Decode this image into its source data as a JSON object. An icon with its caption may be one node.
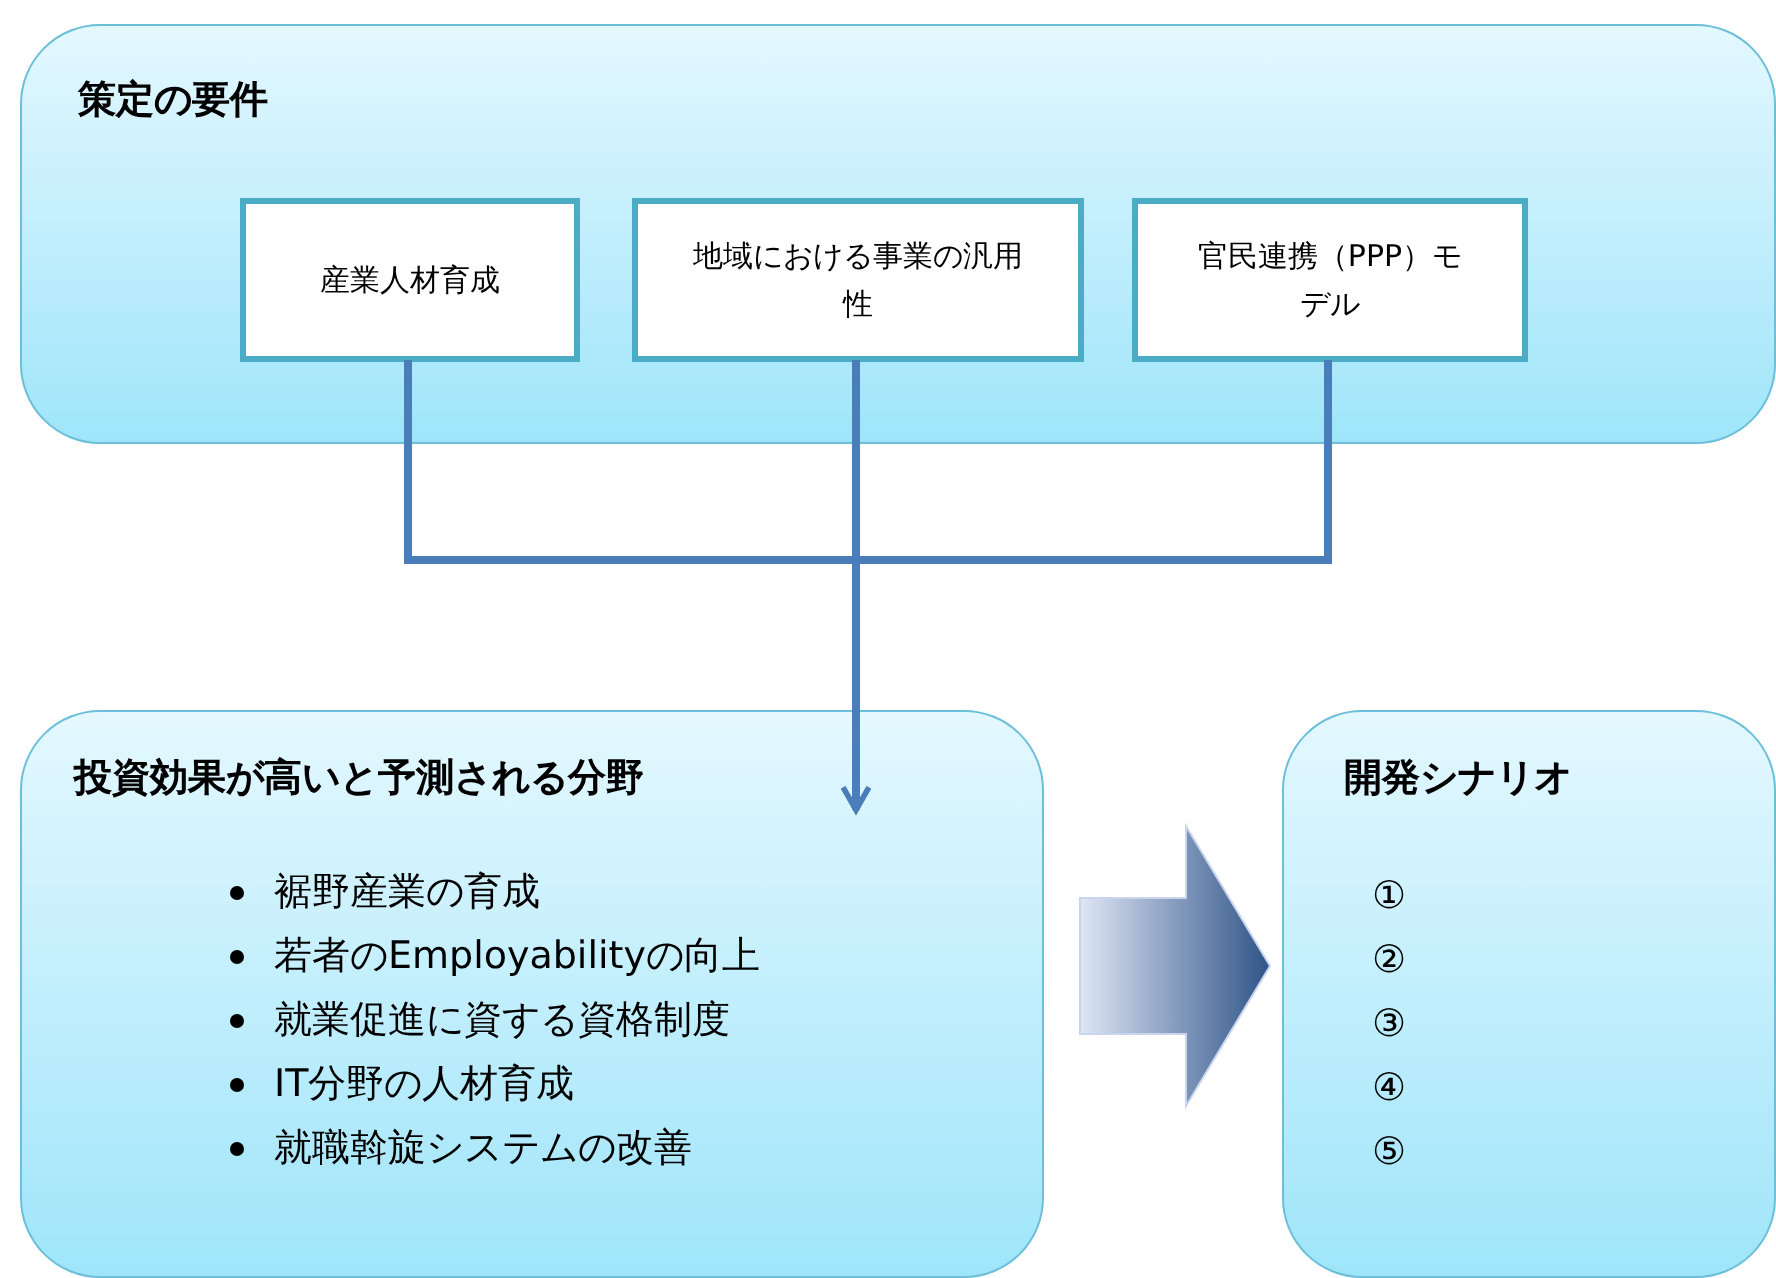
{
  "diagram": {
    "nodes": [
      {
        "text": [
          "策定の要件"
        ]
      },
      {
        "text": [
          "産業人材育成"
        ],
        "in": 0
      },
      {
        "text": [
          "地域における事業の汎用性"
        ],
        "in": 0
      },
      {
        "text": [
          "官民連携（PPP）モデル"
        ],
        "in": 0
      },
      {
        "text": [
          "投資効果が高いと予測される分野",
          "裾野産業の育成",
          "若者のEmployabilityの向上",
          "就業促進に資する資格制度",
          "IT分野の人材育成",
          "就職斡旋システムの改善"
        ]
      },
      {
        "text": [
          "開発シナリオ",
          "①",
          "②",
          "③",
          "④",
          "⑤"
        ]
      }
    ],
    "edges": [
      {
        "from": 1,
        "to": 4,
        "arrow": "to"
      },
      {
        "from": 2,
        "to": 4,
        "arrow": "to"
      },
      {
        "from": 3,
        "to": 4,
        "arrow": "to"
      },
      {
        "from": 4,
        "to": 5,
        "arrow": "to",
        "style": "thick"
      }
    ]
  }
}
